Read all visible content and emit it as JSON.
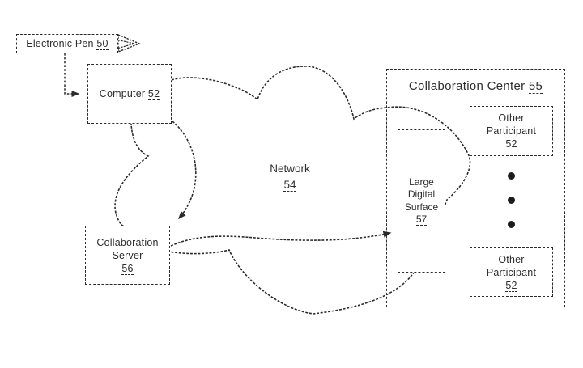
{
  "figure": {
    "kind": "patent-style network diagram",
    "nodes": {
      "electronic_pen": {
        "label": "Electronic Pen",
        "ref": "50"
      },
      "computer": {
        "label": "Computer",
        "ref": "52"
      },
      "network": {
        "label": "Network",
        "ref": "54"
      },
      "collaboration_server": {
        "line1": "Collaboration",
        "line2": "Server",
        "ref": "56"
      },
      "collaboration_center": {
        "label": "Collaboration Center",
        "ref": "55"
      },
      "large_digital_surface": {
        "line1": "Large",
        "line2": "Digital",
        "line3": "Surface",
        "ref": "57"
      },
      "other_participant_top": {
        "line1": "Other",
        "line2": "Participant",
        "ref": "52"
      },
      "other_participant_bottom": {
        "line1": "Other",
        "line2": "Participant",
        "ref": "52"
      }
    },
    "connections": [
      "Electronic Pen 50 -> Computer 52 (dashed elbow arrow)",
      "Computer 52 -> Collaboration Server 56 (curved arrow)",
      "Collaboration Server 56 -> Large Digital Surface 57 (curved arrow)",
      "Network 54 cloud links Computer, Collaboration Server and Collaboration Center"
    ],
    "icons": {
      "pen_tip": "pen-tip-icon",
      "more_participants": "vertical-ellipsis-dots"
    },
    "colors": {
      "line": "#2b2b2b",
      "text": "#2e2e2e",
      "background": "#ffffff"
    }
  }
}
